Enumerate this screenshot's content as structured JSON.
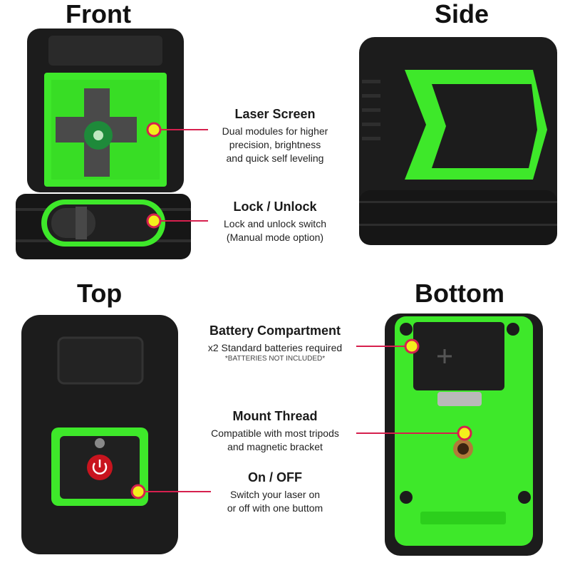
{
  "views": {
    "front": "Front",
    "side": "Side",
    "top": "Top",
    "bottom": "Bottom"
  },
  "callouts": {
    "laser_screen": {
      "title": "Laser Screen",
      "lines": [
        "Dual modules for higher",
        "precision, brightness",
        "and quick self leveling"
      ]
    },
    "lock": {
      "title": "Lock / Unlock",
      "lines": [
        "Lock and unlock switch",
        "(Manual mode option)"
      ]
    },
    "battery": {
      "title": "Battery Compartment",
      "lines": [
        "x2 Standard batteries required"
      ],
      "note": "*BATTERIES NOT INCLUDED*"
    },
    "mount": {
      "title": "Mount Thread",
      "lines": [
        "Compatible with most tripods",
        "and magnetic bracket"
      ]
    },
    "power": {
      "title": "On / OFF",
      "lines": [
        "Switch your laser on",
        "or off with one buttom"
      ]
    }
  },
  "colors": {
    "accent_green": "#3ee82a",
    "body_black": "#1b1b1b",
    "callout_line": "#d6204e",
    "marker_fill": "#f3ef1c"
  },
  "icons": {
    "power": "power-icon",
    "battery_plus": "plus-icon"
  }
}
